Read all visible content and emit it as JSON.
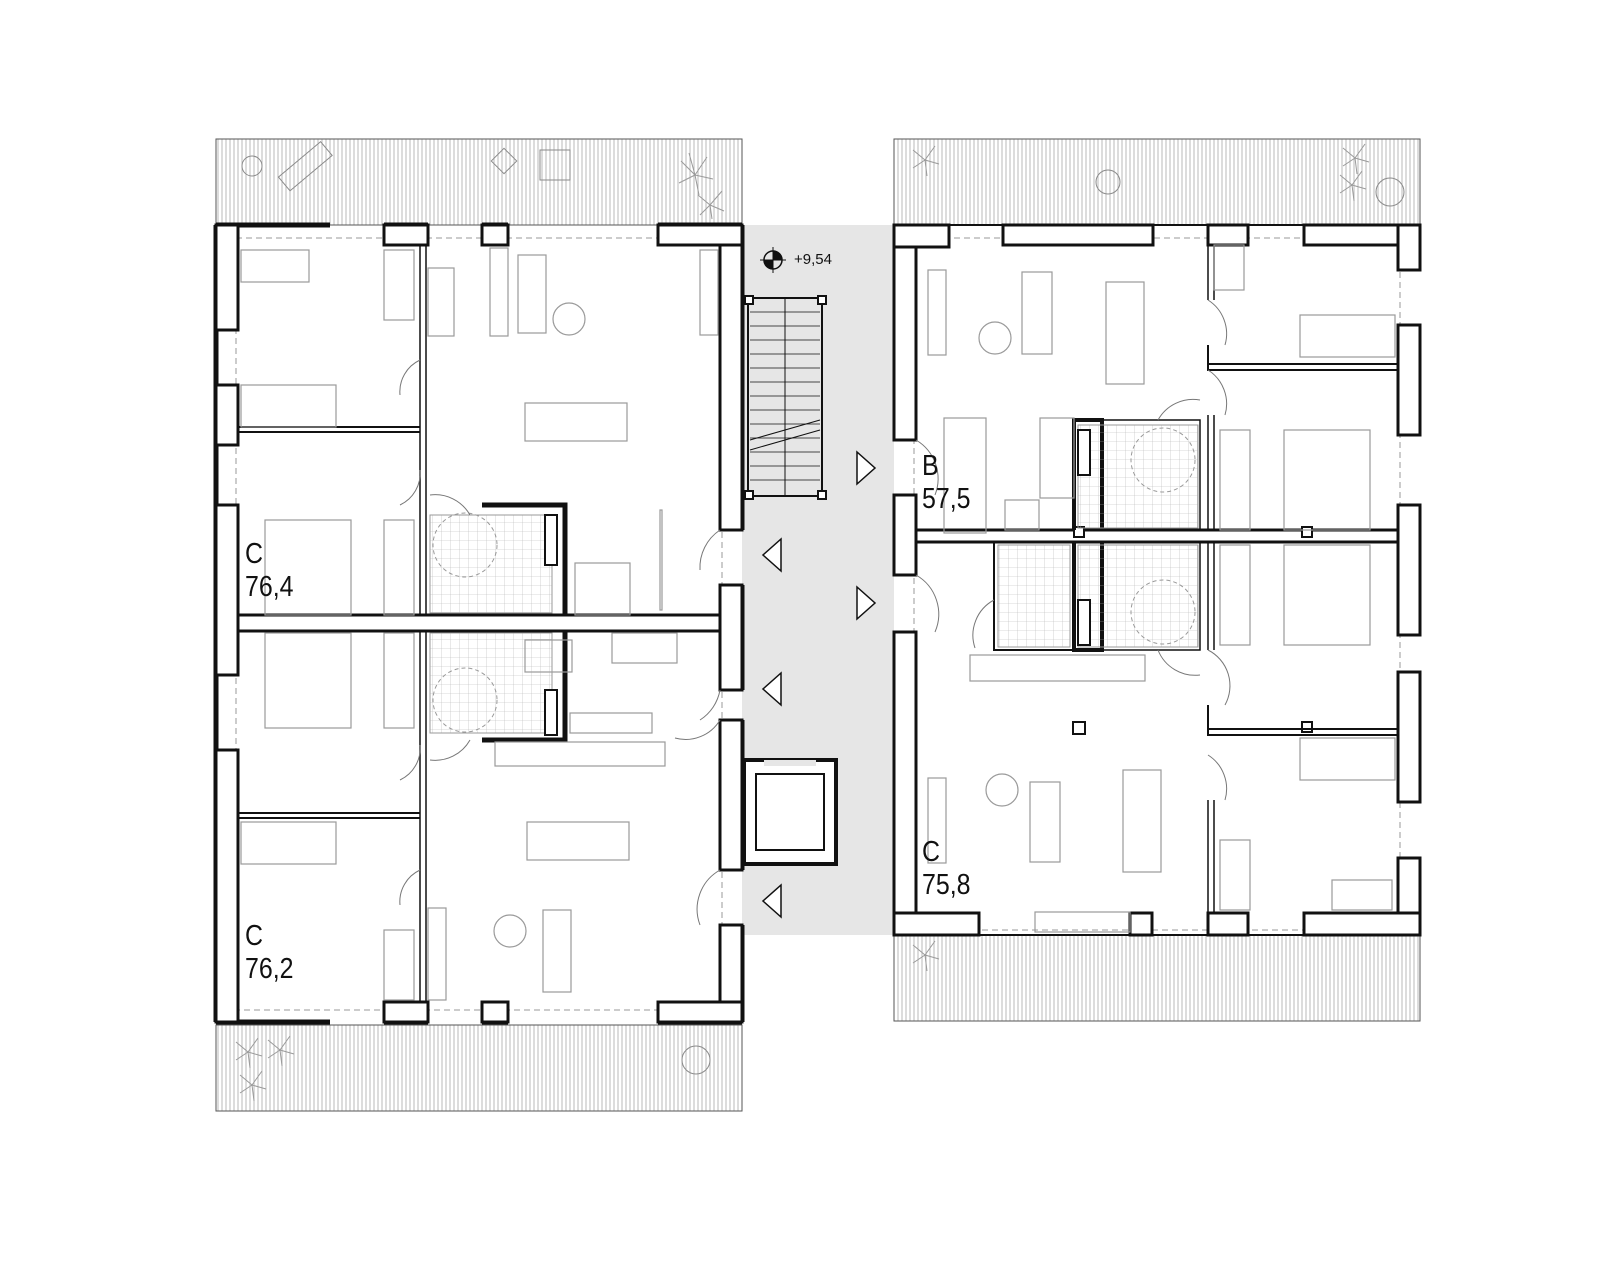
{
  "plan": {
    "level_marker": "+9,54",
    "units": [
      {
        "id": "left-upper",
        "type": "C",
        "area": "76,4"
      },
      {
        "id": "left-lower",
        "type": "C",
        "area": "76,2"
      },
      {
        "id": "right-upper",
        "type": "B",
        "area": "57,5"
      },
      {
        "id": "right-lower",
        "type": "C",
        "area": "75,8"
      }
    ]
  },
  "colors": {
    "wall": "#111111",
    "corridor": "#e6e6e6",
    "furniture": "#9a9a9a",
    "deck": "#8c8c8c"
  }
}
